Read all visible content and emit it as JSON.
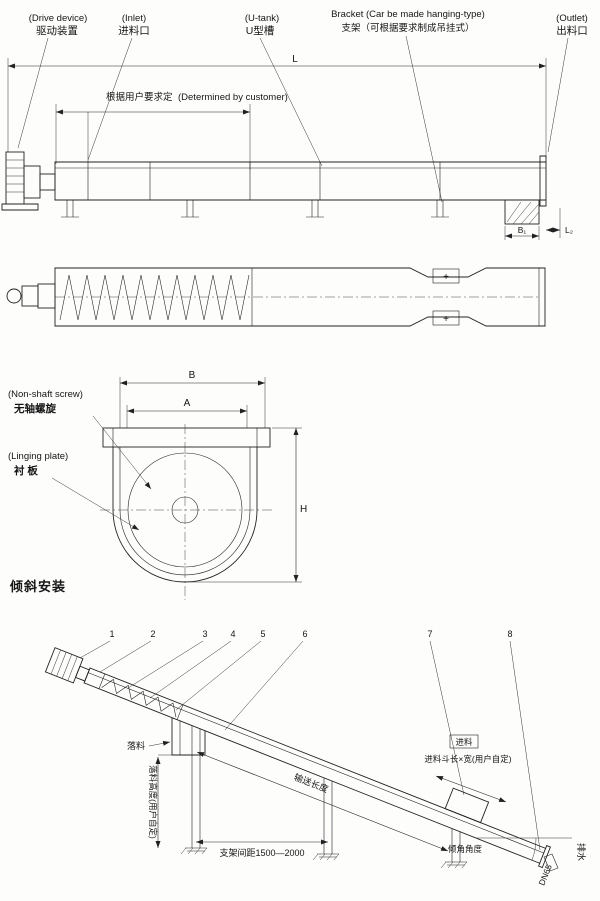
{
  "page": {
    "heading_incline": "倾斜安装"
  },
  "top_view": {
    "labels": {
      "drive_en": "(Drive device)",
      "drive_zh": "驱动装置",
      "inlet_en": "(Inlet)",
      "inlet_zh": "进料口",
      "utank_en": "(U-tank)",
      "utank_zh": "U型槽",
      "bracket_en": "Bracket (Car be made hanging-type)",
      "bracket_zh": "支架（可根据要求制成吊挂式）",
      "outlet_en": "(Outlet)",
      "outlet_zh": "出料口"
    },
    "dims": {
      "overall": "L",
      "customer_zh": "根据用户要求定",
      "customer_en": "(Determined by customer)",
      "b1": "B₁",
      "l2": "L₂"
    }
  },
  "plan_view": {
    "plus_marker": "+"
  },
  "section_view": {
    "dims": {
      "b": "B",
      "a": "A",
      "h": "H"
    },
    "labels": {
      "screw_en": "(Non-shaft screw)",
      "screw_zh": "无轴螺旋",
      "lining_en": "(Linging plate)",
      "lining_zh": "衬 板"
    }
  },
  "incline_view": {
    "callouts": [
      "1",
      "2",
      "3",
      "4",
      "5",
      "6",
      "7",
      "8"
    ],
    "labels": {
      "falling": "落料",
      "convey_length": "输送长度",
      "inlet_tag": "进料",
      "hopper_dim": "进料斗长×宽(用户自定)",
      "fall_height": "落料高度(用户自定)",
      "bracket_spacing": "支架间距1500—2000",
      "incline_angle": "倾角角度",
      "drain": "排水",
      "dn": "DN65"
    }
  }
}
